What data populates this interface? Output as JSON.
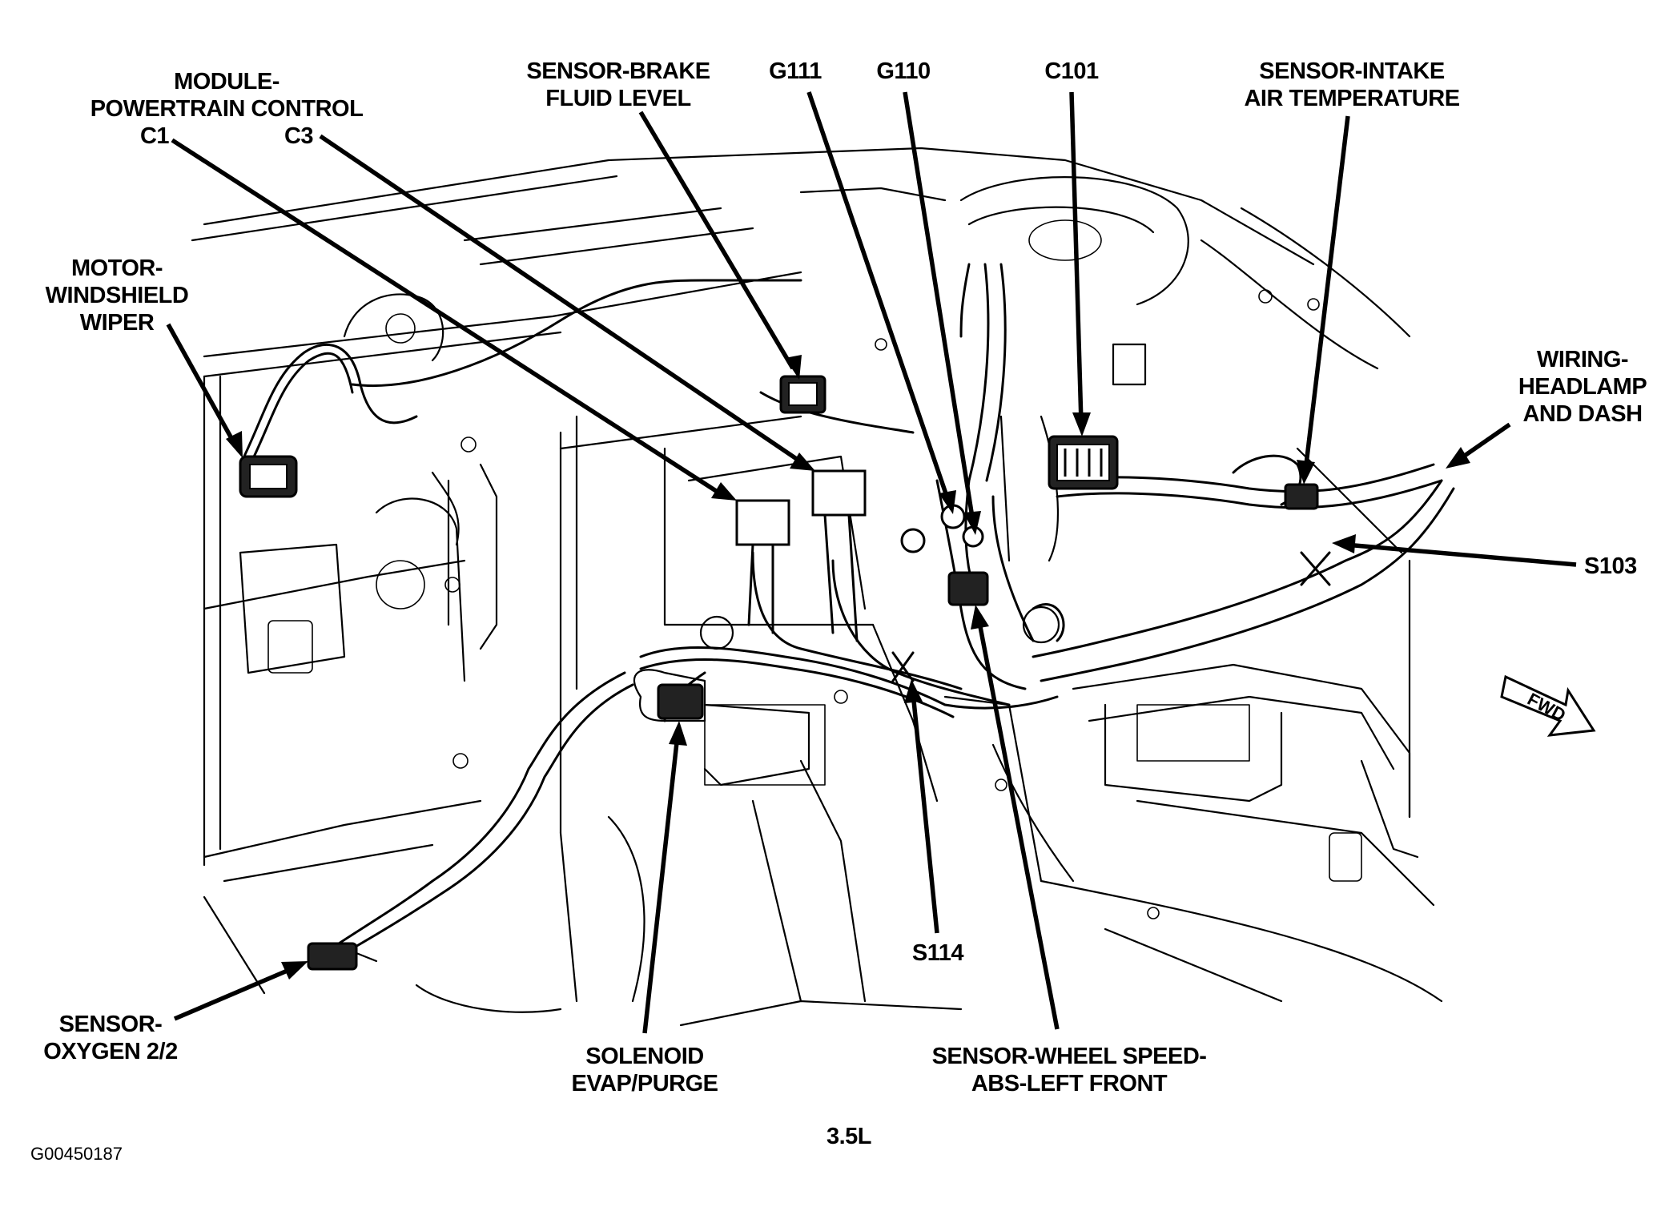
{
  "diagram": {
    "labels": {
      "module_powertrain": [
        "MODULE-",
        "POWERTRAIN CONTROL"
      ],
      "c1": "C1",
      "c3": "C3",
      "sensor_brake": [
        "SENSOR-BRAKE",
        "FLUID LEVEL"
      ],
      "g111": "G111",
      "g110": "G110",
      "c101": "C101",
      "sensor_intake": [
        "SENSOR-INTAKE",
        "AIR TEMPERATURE"
      ],
      "motor_wiper": [
        "MOTOR-",
        "WINDSHIELD",
        "WIPER"
      ],
      "wiring_headlamp": [
        "WIRING-",
        "HEADLAMP",
        "AND DASH"
      ],
      "s103": "S103",
      "s114": "S114",
      "sensor_oxygen": [
        "SENSOR-",
        "OXYGEN 2/2"
      ],
      "solenoid": [
        "SOLENOID",
        "EVAP/PURGE"
      ],
      "sensor_wheel": [
        "SENSOR-WHEEL SPEED-",
        "ABS-LEFT FRONT"
      ],
      "engine": "3.5L",
      "fwd": "FWD"
    },
    "figure_id": "G00450187"
  }
}
